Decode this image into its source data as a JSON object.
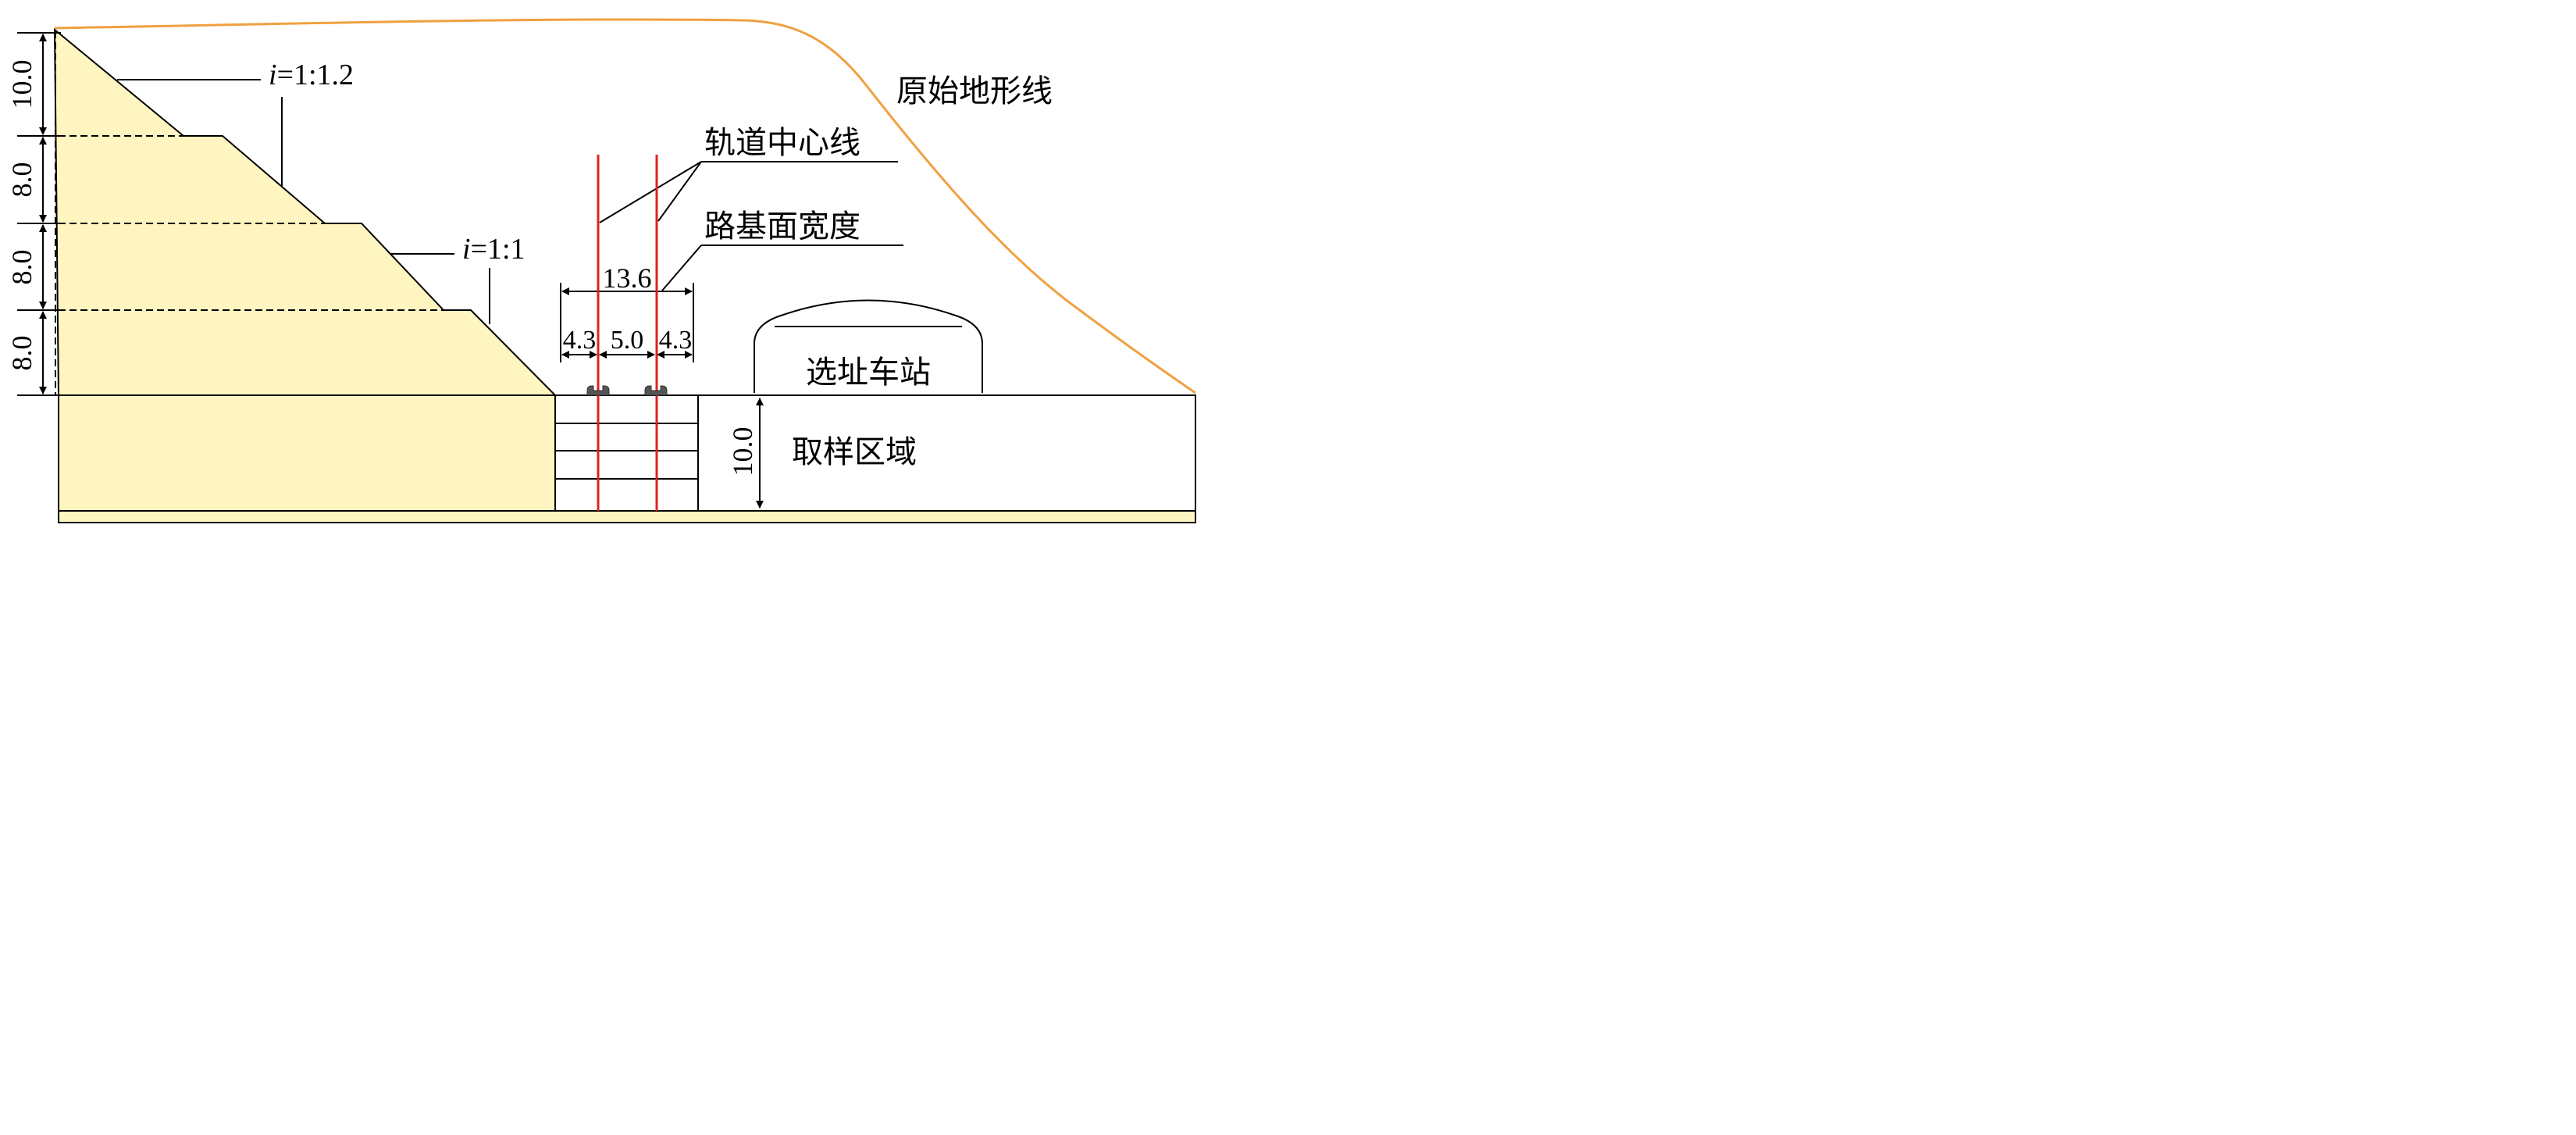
{
  "labels": {
    "terrain": "原始地形线",
    "track_centerline": "轨道中心线",
    "subgrade_width": "路基面宽度",
    "station": "选址车站",
    "sampling_area": "取样区域"
  },
  "slope_ratios": {
    "upper": {
      "symbol": "i",
      "value": "=1:1.2"
    },
    "lower": {
      "symbol": "i",
      "value": "=1:1"
    }
  },
  "bench_heights": [
    "10.0",
    "8.0",
    "8.0",
    "8.0"
  ],
  "subgrade_dims": {
    "total": "13.6",
    "left": "4.3",
    "middle": "5.0",
    "right": "4.3"
  },
  "sampling_depth": "10.0",
  "colors": {
    "fill": "#FFF5C0",
    "terrain": "#F0A040",
    "rail": "#E02020",
    "line": "#000000"
  }
}
